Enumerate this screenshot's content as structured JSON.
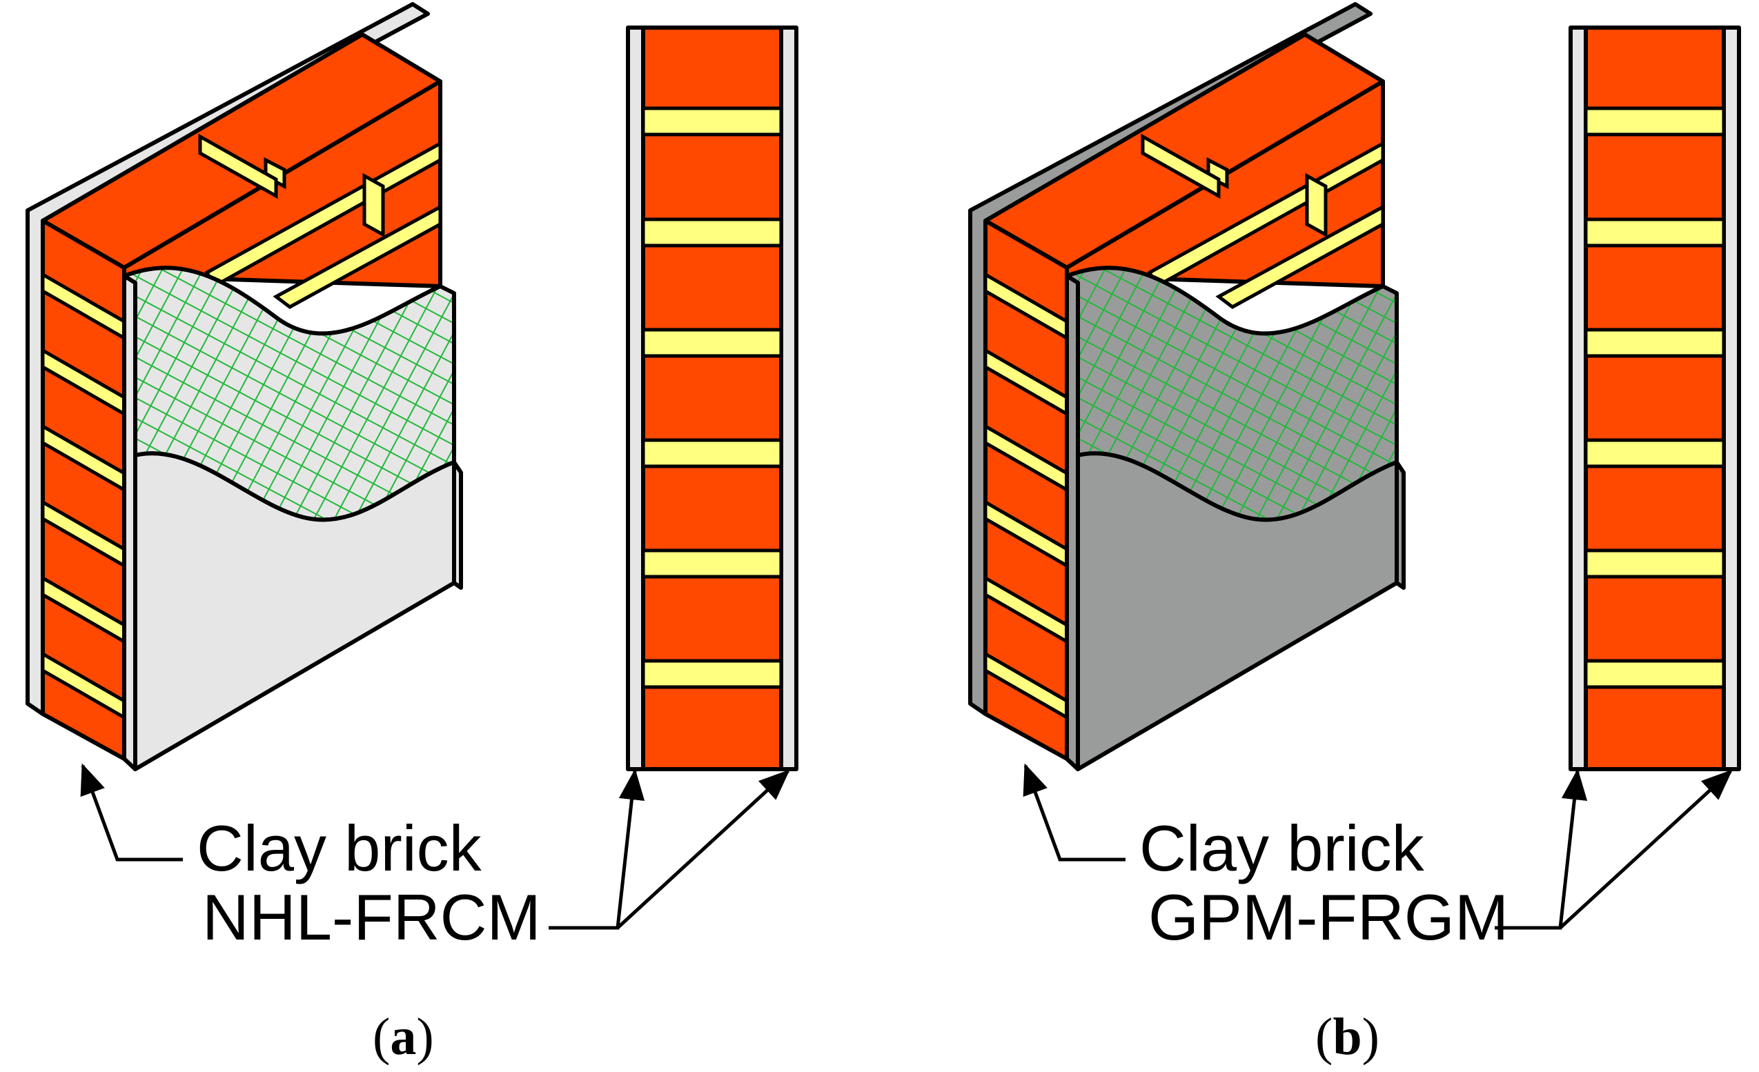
{
  "panels": [
    {
      "id": "a",
      "label_brick": "Clay brick",
      "label_coating": "NHL-FRCM",
      "caption_open": "(",
      "caption_letter": "a",
      "caption_close": ")",
      "coating_color": "#e6e6e6"
    },
    {
      "id": "b",
      "label_brick": "Clay brick",
      "label_coating": "GPM-FRGM",
      "caption_open": "(",
      "caption_letter": "b",
      "caption_close": ")",
      "coating_color": "#9a9c9c"
    }
  ],
  "colors": {
    "brick": "#ff4800",
    "mortar": "#ffff80",
    "mesh": "#22b83a",
    "outline": "#000000"
  }
}
